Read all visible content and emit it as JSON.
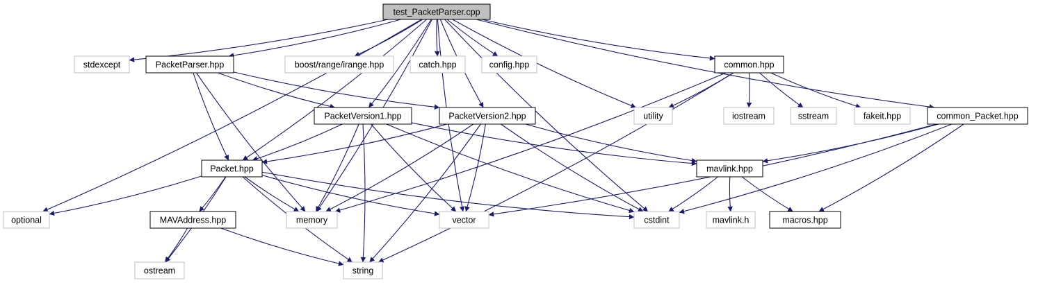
{
  "colors": {
    "edge": "#191970",
    "root_fill": "#bfbfbf",
    "documented_border": "#000000",
    "external_border": "#bfbfbf",
    "node_fill": "#ffffff"
  },
  "nodes": [
    {
      "id": "root",
      "label": "test_PacketParser.cpp",
      "kind": "root"
    },
    {
      "id": "stdexcept",
      "label": "stdexcept",
      "kind": "external"
    },
    {
      "id": "packetparser",
      "label": "PacketParser.hpp",
      "kind": "documented"
    },
    {
      "id": "irange",
      "label": "boost/range/irange.hpp",
      "kind": "external"
    },
    {
      "id": "catch",
      "label": "catch.hpp",
      "kind": "external"
    },
    {
      "id": "config",
      "label": "config.hpp",
      "kind": "external"
    },
    {
      "id": "common",
      "label": "common.hpp",
      "kind": "documented"
    },
    {
      "id": "utility",
      "label": "utility",
      "kind": "external"
    },
    {
      "id": "iostream",
      "label": "iostream",
      "kind": "external"
    },
    {
      "id": "sstream",
      "label": "sstream",
      "kind": "external"
    },
    {
      "id": "fakeit",
      "label": "fakeit.hpp",
      "kind": "external"
    },
    {
      "id": "common_packet",
      "label": "common_Packet.hpp",
      "kind": "documented"
    },
    {
      "id": "pv1",
      "label": "PacketVersion1.hpp",
      "kind": "documented"
    },
    {
      "id": "pv2",
      "label": "PacketVersion2.hpp",
      "kind": "documented"
    },
    {
      "id": "packet",
      "label": "Packet.hpp",
      "kind": "documented"
    },
    {
      "id": "mavlinkhpp",
      "label": "mavlink.hpp",
      "kind": "documented"
    },
    {
      "id": "optional",
      "label": "optional",
      "kind": "external"
    },
    {
      "id": "memory",
      "label": "memory",
      "kind": "external"
    },
    {
      "id": "vector",
      "label": "vector",
      "kind": "external"
    },
    {
      "id": "cstdint",
      "label": "cstdint",
      "kind": "external"
    },
    {
      "id": "mavlinkh",
      "label": "mavlink.h",
      "kind": "external"
    },
    {
      "id": "macros",
      "label": "macros.hpp",
      "kind": "documented"
    },
    {
      "id": "mavaddress",
      "label": "MAVAddress.hpp",
      "kind": "documented"
    },
    {
      "id": "ostream",
      "label": "ostream",
      "kind": "external"
    },
    {
      "id": "string",
      "label": "string",
      "kind": "external"
    }
  ],
  "edges": [
    [
      "root",
      "stdexcept"
    ],
    [
      "root",
      "packetparser"
    ],
    [
      "root",
      "irange"
    ],
    [
      "root",
      "catch"
    ],
    [
      "root",
      "config"
    ],
    [
      "root",
      "common"
    ],
    [
      "root",
      "utility"
    ],
    [
      "root",
      "common_packet"
    ],
    [
      "root",
      "pv1"
    ],
    [
      "root",
      "pv2"
    ],
    [
      "root",
      "packet"
    ],
    [
      "root",
      "optional"
    ],
    [
      "root",
      "memory"
    ],
    [
      "root",
      "vector"
    ],
    [
      "root",
      "cstdint"
    ],
    [
      "packetparser",
      "pv1"
    ],
    [
      "packetparser",
      "pv2"
    ],
    [
      "packetparser",
      "packet"
    ],
    [
      "packetparser",
      "memory"
    ],
    [
      "common",
      "utility"
    ],
    [
      "common",
      "iostream"
    ],
    [
      "common",
      "sstream"
    ],
    [
      "common",
      "fakeit"
    ],
    [
      "common",
      "memory"
    ],
    [
      "common",
      "string"
    ],
    [
      "common_packet",
      "mavlinkhpp"
    ],
    [
      "common_packet",
      "vector"
    ],
    [
      "common_packet",
      "cstdint"
    ],
    [
      "common_packet",
      "macros"
    ],
    [
      "pv1",
      "packet"
    ],
    [
      "pv1",
      "mavlinkhpp"
    ],
    [
      "pv1",
      "memory"
    ],
    [
      "pv1",
      "vector"
    ],
    [
      "pv1",
      "cstdint"
    ],
    [
      "pv1",
      "string"
    ],
    [
      "pv2",
      "packet"
    ],
    [
      "pv2",
      "mavlinkhpp"
    ],
    [
      "pv2",
      "memory"
    ],
    [
      "pv2",
      "vector"
    ],
    [
      "pv2",
      "cstdint"
    ],
    [
      "pv2",
      "string"
    ],
    [
      "packet",
      "optional"
    ],
    [
      "packet",
      "memory"
    ],
    [
      "packet",
      "vector"
    ],
    [
      "packet",
      "cstdint"
    ],
    [
      "packet",
      "mavaddress"
    ],
    [
      "packet",
      "ostream"
    ],
    [
      "packet",
      "string"
    ],
    [
      "mavlinkhpp",
      "cstdint"
    ],
    [
      "mavlinkhpp",
      "mavlinkh"
    ],
    [
      "mavlinkhpp",
      "macros"
    ],
    [
      "mavaddress",
      "ostream"
    ],
    [
      "mavaddress",
      "string"
    ]
  ]
}
